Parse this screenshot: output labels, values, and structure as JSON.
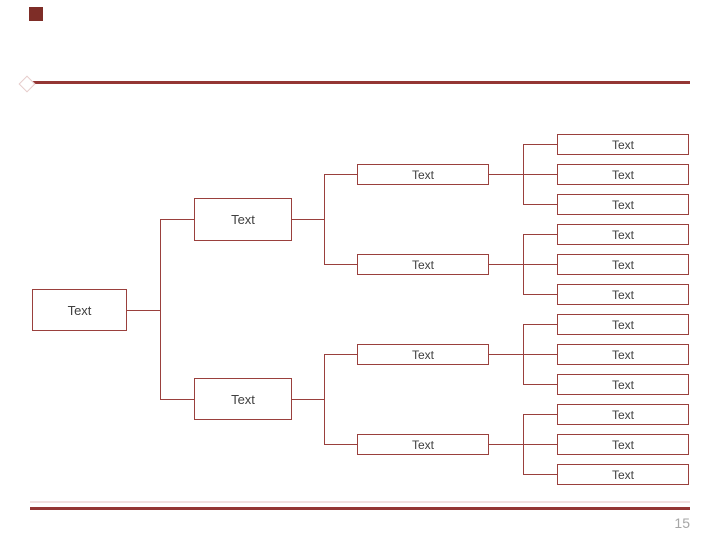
{
  "colors": {
    "line": "#943634",
    "box_border": "#9a403d",
    "text": "#404040",
    "page_number": "#a6a6a6",
    "accent_square": "#7e2d27",
    "light_rule": "#f2e0df",
    "diamond_border": "#e6cbca"
  },
  "tree": {
    "root": {
      "label": "Text"
    },
    "level2": [
      {
        "label": "Text"
      },
      {
        "label": "Text"
      }
    ],
    "level3": [
      {
        "label": "Text"
      },
      {
        "label": "Text"
      },
      {
        "label": "Text"
      },
      {
        "label": "Text"
      }
    ],
    "level4": [
      {
        "label": "Text"
      },
      {
        "label": "Text"
      },
      {
        "label": "Text"
      },
      {
        "label": "Text"
      },
      {
        "label": "Text"
      },
      {
        "label": "Text"
      },
      {
        "label": "Text"
      },
      {
        "label": "Text"
      },
      {
        "label": "Text"
      },
      {
        "label": "Text"
      },
      {
        "label": "Text"
      },
      {
        "label": "Text"
      }
    ]
  },
  "footer": {
    "page_number": "15"
  }
}
